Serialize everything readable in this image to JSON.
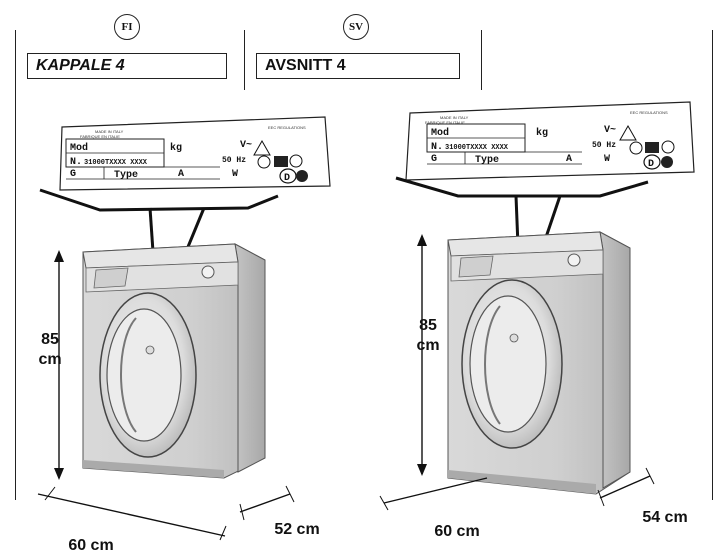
{
  "sections": [
    {
      "lang_code": "FI",
      "heading": "KAPPALE 4",
      "plate": {
        "line1_label": "Mod",
        "line2_label": "N.",
        "line2_value": "31000TXXXX XXXX",
        "line3_label": "G",
        "line3_type": "Type",
        "kg": "kg",
        "voltage": "V~",
        "frequency": "50 Hz",
        "amp": "A",
        "watt": "W",
        "country": "D"
      },
      "dims": {
        "height_value": "85",
        "height_unit": "cm",
        "width": "60 cm",
        "depth": "52 cm"
      }
    },
    {
      "lang_code": "SV",
      "heading": "AVSNITT 4",
      "plate": {
        "line1_label": "Mod",
        "line2_label": "N.",
        "line2_value": "31000TXXXX XXXX",
        "line3_label": "G",
        "line3_type": "Type",
        "kg": "kg",
        "voltage": "V~",
        "frequency": "50 Hz",
        "amp": "A",
        "watt": "W",
        "country": "D"
      },
      "dims": {
        "height_value": "85",
        "height_unit": "cm",
        "width": "60 cm",
        "depth": "54 cm"
      }
    }
  ]
}
